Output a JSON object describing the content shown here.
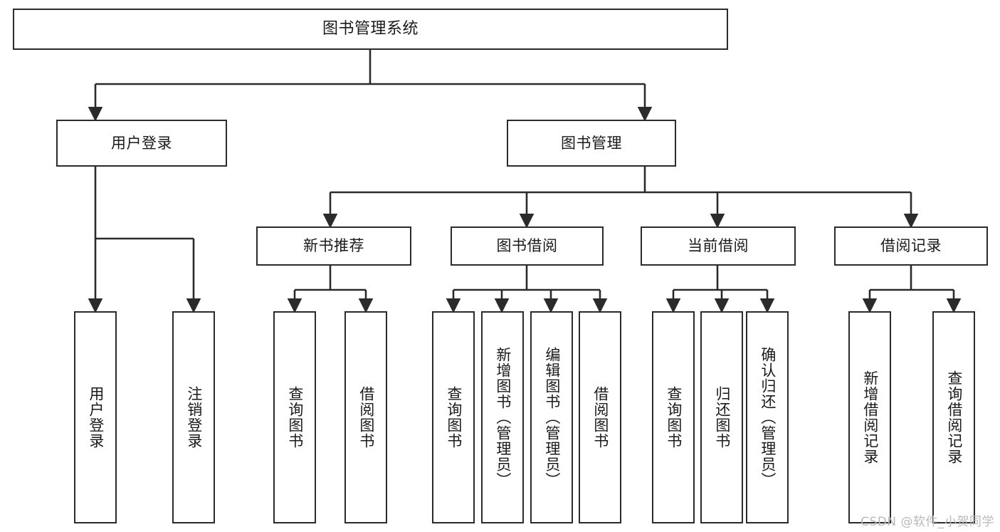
{
  "diagram": {
    "title_node": {
      "label": "图书管理系统"
    },
    "level2": [
      {
        "label": "用户登录"
      },
      {
        "label": "图书管理"
      }
    ],
    "level3": [
      {
        "label": "新书推荐"
      },
      {
        "label": "图书借阅"
      },
      {
        "label": "当前借阅"
      },
      {
        "label": "借阅记录"
      }
    ],
    "leaves": {
      "user_login": [
        {
          "label": "用户登录"
        },
        {
          "label": "注销登录"
        }
      ],
      "new_book_recommend": [
        {
          "label": "查询图书"
        },
        {
          "label": "借阅图书"
        }
      ],
      "book_borrow": [
        {
          "label": "查询图书"
        },
        {
          "label": "新增图书（管理员）"
        },
        {
          "label": "编辑图书（管理员）"
        },
        {
          "label": "借阅图书"
        }
      ],
      "current_borrow": [
        {
          "label": "查询图书"
        },
        {
          "label": "归还图书"
        },
        {
          "label": "确认归还（管理员）"
        }
      ],
      "borrow_records": [
        {
          "label": "新增借阅记录"
        },
        {
          "label": "查询借阅记录"
        }
      ]
    }
  },
  "watermark": {
    "text": "CSDN @软件_小贺同学"
  },
  "colors": {
    "stroke": "#2b2b2b",
    "background": "#ffffff",
    "text": "#1a1a1a",
    "watermark": "#b9b9b9"
  }
}
